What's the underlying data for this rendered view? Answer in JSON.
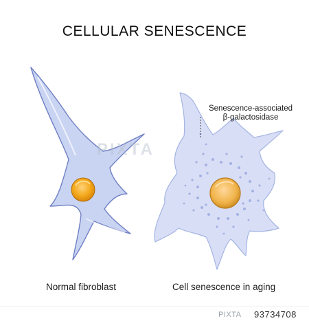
{
  "title": "CELLULAR SENESCENCE",
  "captions": {
    "left": "Normal fibroblast",
    "right": "Cell senescence in aging"
  },
  "callout": {
    "line1": "Senescence-associated",
    "line2": "β-galactosidase"
  },
  "watermark": "PIXTA",
  "footer": {
    "logo": "PIXTA",
    "image_id": "93734708"
  },
  "colors": {
    "cell_fill": "#c9d4f2",
    "cell_stroke": "#6f7fc4",
    "nucleus": "#f2a516",
    "granules": "#9aaae0"
  }
}
